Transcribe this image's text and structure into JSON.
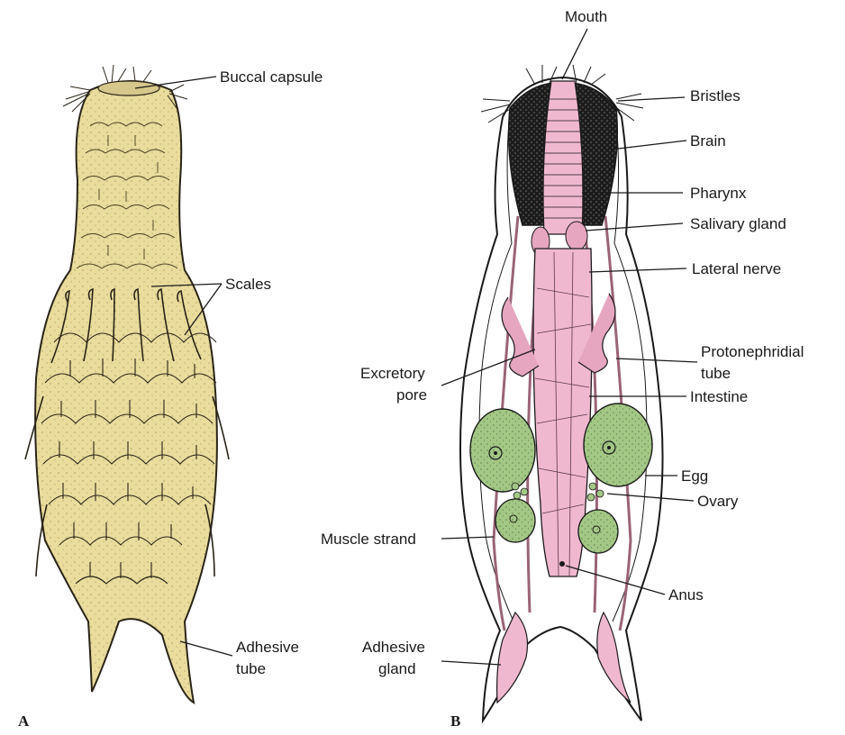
{
  "panels": {
    "a": "A",
    "b": "B"
  },
  "labels_a": {
    "buccal_capsule": "Buccal capsule",
    "scales": "Scales",
    "adhesive_tube": [
      "Adhesive",
      "tube"
    ]
  },
  "labels_b": {
    "mouth": "Mouth",
    "bristles": "Bristles",
    "brain": "Brain",
    "pharynx": "Pharynx",
    "salivary_gland": "Salivary gland",
    "lateral_nerve": "Lateral nerve",
    "protonephridial_tube": [
      "Protonephridial",
      "tube"
    ],
    "excretory_pore": [
      "Excretory",
      "pore"
    ],
    "intestine": "Intestine",
    "egg": "Egg",
    "ovary": "Ovary",
    "muscle_strand": "Muscle strand",
    "anus": "Anus",
    "adhesive_gland": [
      "Adhesive",
      "gland"
    ]
  },
  "colors": {
    "cuticle": "#e9dc9c",
    "cuticle_outline": "#2a2418",
    "gut": "#f0b8cf",
    "egg": "#a3c785",
    "brain": "#1c1c1c",
    "muscle": "#9a6478"
  }
}
